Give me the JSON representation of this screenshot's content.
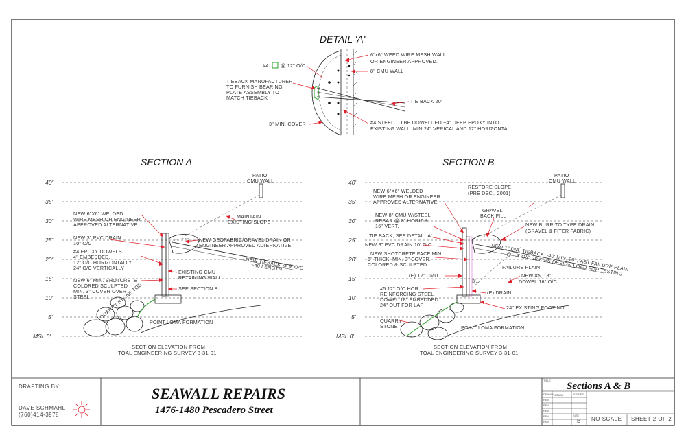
{
  "detail_a": {
    "title": "DETAIL 'A'",
    "labels": {
      "rebar": "#4",
      "spacing": "@ 12\" O/C",
      "mesh1": "6\"x6\" WEED WIRE MESH WALL",
      "mesh2": "OR ENGINEER APPROVED.",
      "cmu": "8\" CMU WALL",
      "tb1": "TIEBACK MANUFACTURER",
      "tb2": "TO FURNISH BEARING",
      "tb3": "PLATE ASSEMBLY TO",
      "tb4": "MATCH TIEBACK",
      "tieback": "TIE BACK 20'",
      "cover": "3\" MIN. COVER",
      "steel1": "#4 STEEL TO BE DOWELDED ~4\" DEEP EPOXY INTO",
      "steel2": "EXISTING WALL. MIN 24\" VERICAL AND 12\" HORIZONTAL."
    }
  },
  "section_a": {
    "title": "SECTION A",
    "elevations": [
      "40'",
      "35'",
      "30'",
      "25'",
      "20'",
      "15'",
      "10'",
      "5'",
      "MSL 0'"
    ],
    "labels": {
      "patio1": "PATIO",
      "patio2": "CMU WALL",
      "mesh1": "NEW 6\"X6\" WELDED",
      "mesh2": "WIRE MESH OR ENGINEER",
      "mesh3": "APPROVED ALTERNATIVE",
      "slope1": "MAINTAIN",
      "slope2": "EXISTING SLOPE",
      "pvc1": "NEW 3\" PVC DRAIN",
      "pvc2": "10\" O/C",
      "geo1": "NEW GEOFABRIC/GRAVEL DRAIN OR",
      "geo2": "ENGINEER APPROVED ALTERNATIVE",
      "dow1": "#4 EPOXY DOWELS",
      "dow2": "4\" EMBEDDED,",
      "dow3": "12\" O/C HORIZONTALLY,",
      "dow4": "24\" O/C VERTICALLY",
      "tieback1": "NEW TIEBACK @ 9' O/C",
      "tieback2": "~40 LENGTH",
      "shot1": "NEW 6\" MIN. SHOTCRETE",
      "shot2": "COLORED SCULPTED",
      "shot3": "MIN. 3\" COVER OVER",
      "shot4": "STEEL",
      "cmu1": "EXISTING CMU",
      "cmu2": "RETAINING WALL",
      "seeb": "SEE SECTION B",
      "toe": "QUARRY STONE TOE",
      "loma": "POINT LOMA FORMATION",
      "cap1": "SECTION ELEVATION FROM",
      "cap2": "TOAL ENGINEERING SURVEY 3-31-01"
    }
  },
  "section_b": {
    "title": "SECTION B",
    "elevations": [
      "40'",
      "35'",
      "30'",
      "25'",
      "20'",
      "15'",
      "10'",
      "5'",
      "MSL 0'"
    ],
    "labels": {
      "patio1": "PATIO",
      "patio2": "CMU WALL",
      "mesh1": "NEW 6\"X6\" WELDED",
      "mesh2": "WIRE MESH OR ENGINEER",
      "mesh3": "APPROVED ALTERNATIVE",
      "restore1": "RESTORE SLOPE",
      "restore2": "(PRE DEC., 2001)",
      "gravel1": "GRAVEL",
      "gravel2": "BACK FILL",
      "cmu1": "NEW 8\" CMU W/STEEL",
      "cmu2": "REBAR @ 8\" HORIZ &",
      "cmu3": "16\" VERT.",
      "burrito1": "NEW BURRITO TYPE DRAIN",
      "burrito2": "(GRAVEL & FITER FABRIC)",
      "tiedet": "TIE BACK, SEE DETAIL 'A'",
      "pvc": "NEW 3\" PVC DRAIN 10' O.C",
      "tb1": "NEW 1\" DIA. TIEBACK ~40' MIN. 20' PAST FAILURE PLAIN",
      "tb2": "@ ~9' O/C 20 KIPS DESIGN LOAD FOR TESTING",
      "face1": "NEW SHOTCRETE FACE MIN.",
      "face2": "6\" THICK, MIN. 3\" COVER,",
      "face3": "COLORED & SCULPTED",
      "ecmu": "(E) 12\" CMU",
      "fail": "FAILURE PLAIN",
      "dim": "3'±",
      "n5a": "NEW #5, 18\"",
      "n5b": "DOWEL 16\" O/C",
      "r1": "#5 12\" O/C HOR.",
      "r2": "REINFORCING STEEL",
      "r3": "DOWEL 18\" EMBEDDED",
      "r4": "24\" OUT FOR LAP",
      "edrain": "(E) DRAIN",
      "footing": "24\" EXISTING FOOTING",
      "q1": "QUARRY",
      "q2": "STONE",
      "loma": "POINT LOMA FORMATION",
      "cap1": "SECTION ELEVATION FROM",
      "cap2": "TOAL ENGINEERING SURVEY 3-31-01"
    }
  },
  "title_block": {
    "drafting_by": "DRAFTING BY:",
    "drafter": "DAVE SCHMAHL",
    "phone": "(760)414-3978",
    "project": "SEAWALL REPAIRS",
    "address": "1476-1480 Pescadero Street",
    "sheet_title": "Sections A & B",
    "title_label": "TITLE",
    "drawn_label": "DRAWN",
    "date": "4/26/02",
    "signed_label": "SIGNED",
    "rev_label": "REV",
    "size_label": "SIZE",
    "size": "B",
    "scale": "NO SCALE",
    "sheet": "SHEET 2 OF 2"
  }
}
